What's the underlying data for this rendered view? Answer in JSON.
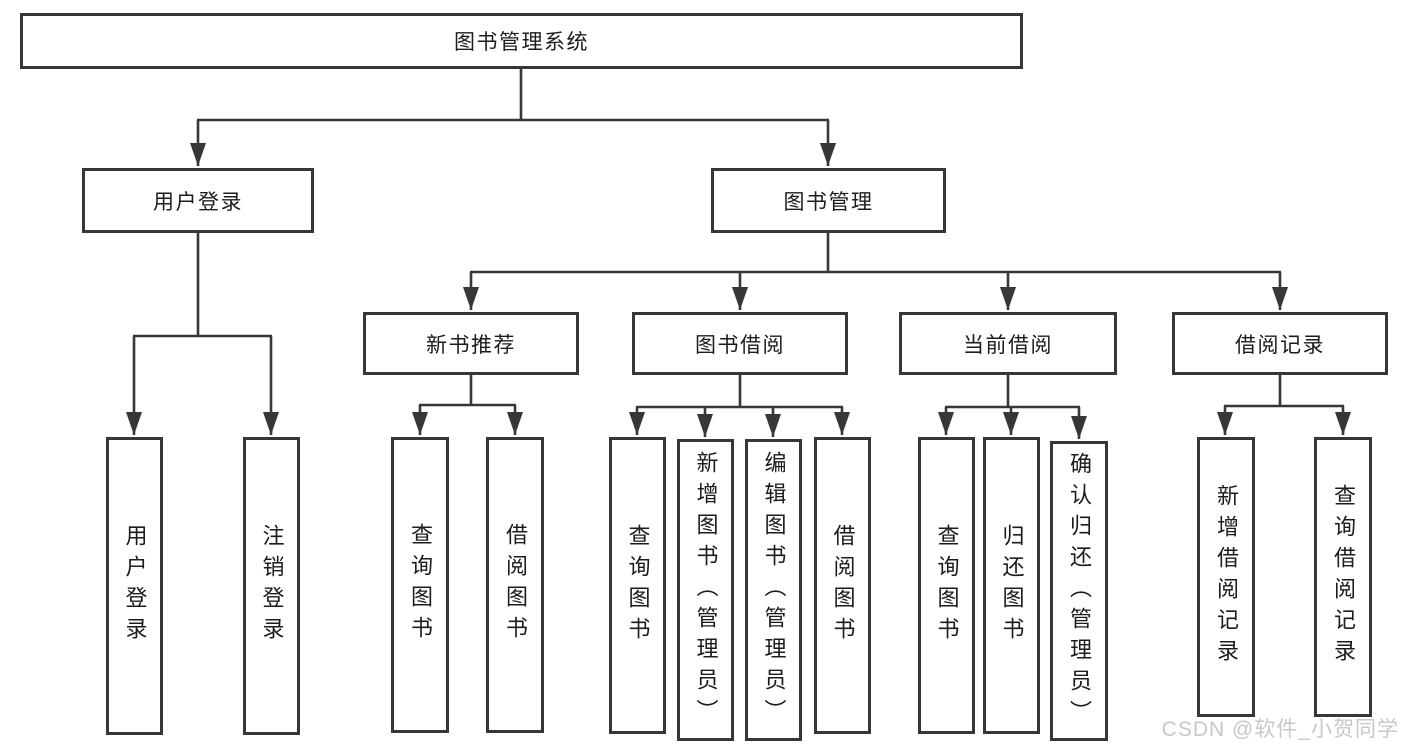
{
  "tree": {
    "label": "图书管理系统",
    "children": [
      {
        "label": "用户登录",
        "children": [
          {
            "label": "用户登录"
          },
          {
            "label": "注销登录"
          }
        ]
      },
      {
        "label": "图书管理",
        "children": [
          {
            "label": "新书推荐",
            "children": [
              {
                "label": "查询图书"
              },
              {
                "label": "借阅图书"
              }
            ]
          },
          {
            "label": "图书借阅",
            "children": [
              {
                "label": "查询图书"
              },
              {
                "label": "新增图书（管理员）"
              },
              {
                "label": "编辑图书（管理员）"
              },
              {
                "label": "借阅图书"
              }
            ]
          },
          {
            "label": "当前借阅",
            "children": [
              {
                "label": "查询图书"
              },
              {
                "label": "归还图书"
              },
              {
                "label": "确认归还（管理员）"
              }
            ]
          },
          {
            "label": "借阅记录",
            "children": [
              {
                "label": "新增借阅记录"
              },
              {
                "label": "查询借阅记录"
              }
            ]
          }
        ]
      }
    ]
  },
  "watermark": "CSDN @软件_小贺同学",
  "colors": {
    "line": "#373737",
    "text": "#1c1c1c",
    "watermark": "#c9c7c7",
    "background": "#ffffff"
  }
}
